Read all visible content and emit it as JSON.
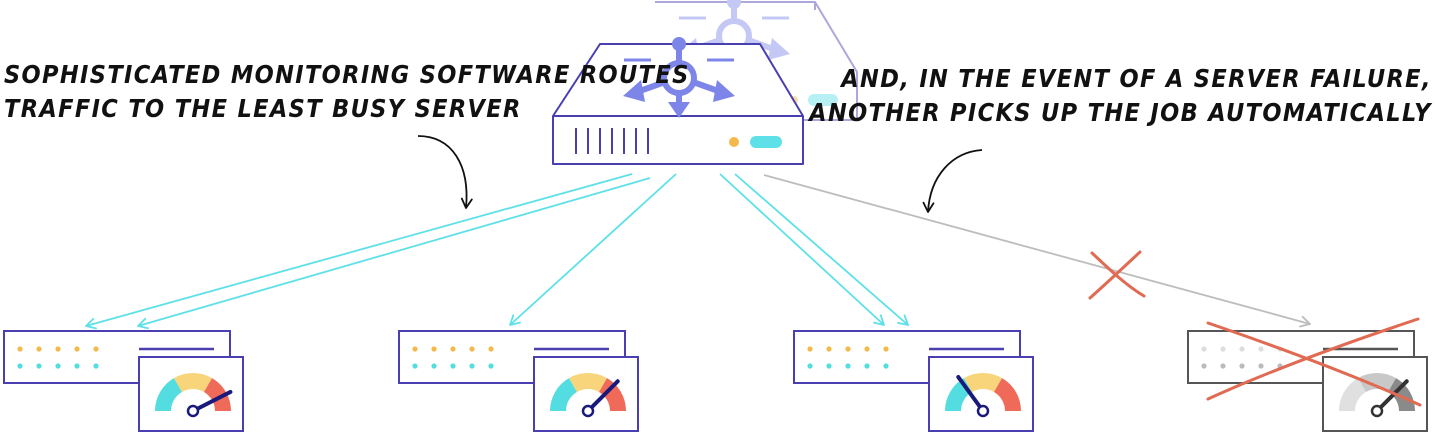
{
  "annotations": {
    "left": {
      "line1": "SOPHISTICATED MONITORING SOFTWARE ROUTES",
      "line2": "TRAFFIC TO THE LEAST BUSY SERVER"
    },
    "right": {
      "line1": "AND, IN THE EVENT OF A SERVER FAILURE,",
      "line2": "ANOTHER PICKS UP THE JOB AUTOMATICALLY"
    }
  },
  "load_balancer": {
    "icon": "router-arrows-icon",
    "status_lights": [
      "amber",
      "cyan"
    ],
    "backup_unit": "faded-duplicate"
  },
  "servers": [
    {
      "status": "active",
      "load": 0.85
    },
    {
      "status": "active",
      "load": 0.75
    },
    {
      "status": "active",
      "load": 0.3
    },
    {
      "status": "failed",
      "load": 0.75
    }
  ],
  "colors": {
    "primary": "#4a3fb0",
    "accent_cyan": "#5ee0e8",
    "arrow_blue": "#7d86e8",
    "dot_amber": "#f5b94b",
    "gauge_cyan": "#54dde0",
    "gauge_yellow": "#f8d47a",
    "gauge_red": "#f06a5a",
    "failure_red": "#e06a52",
    "failed_gray": "#555555"
  }
}
